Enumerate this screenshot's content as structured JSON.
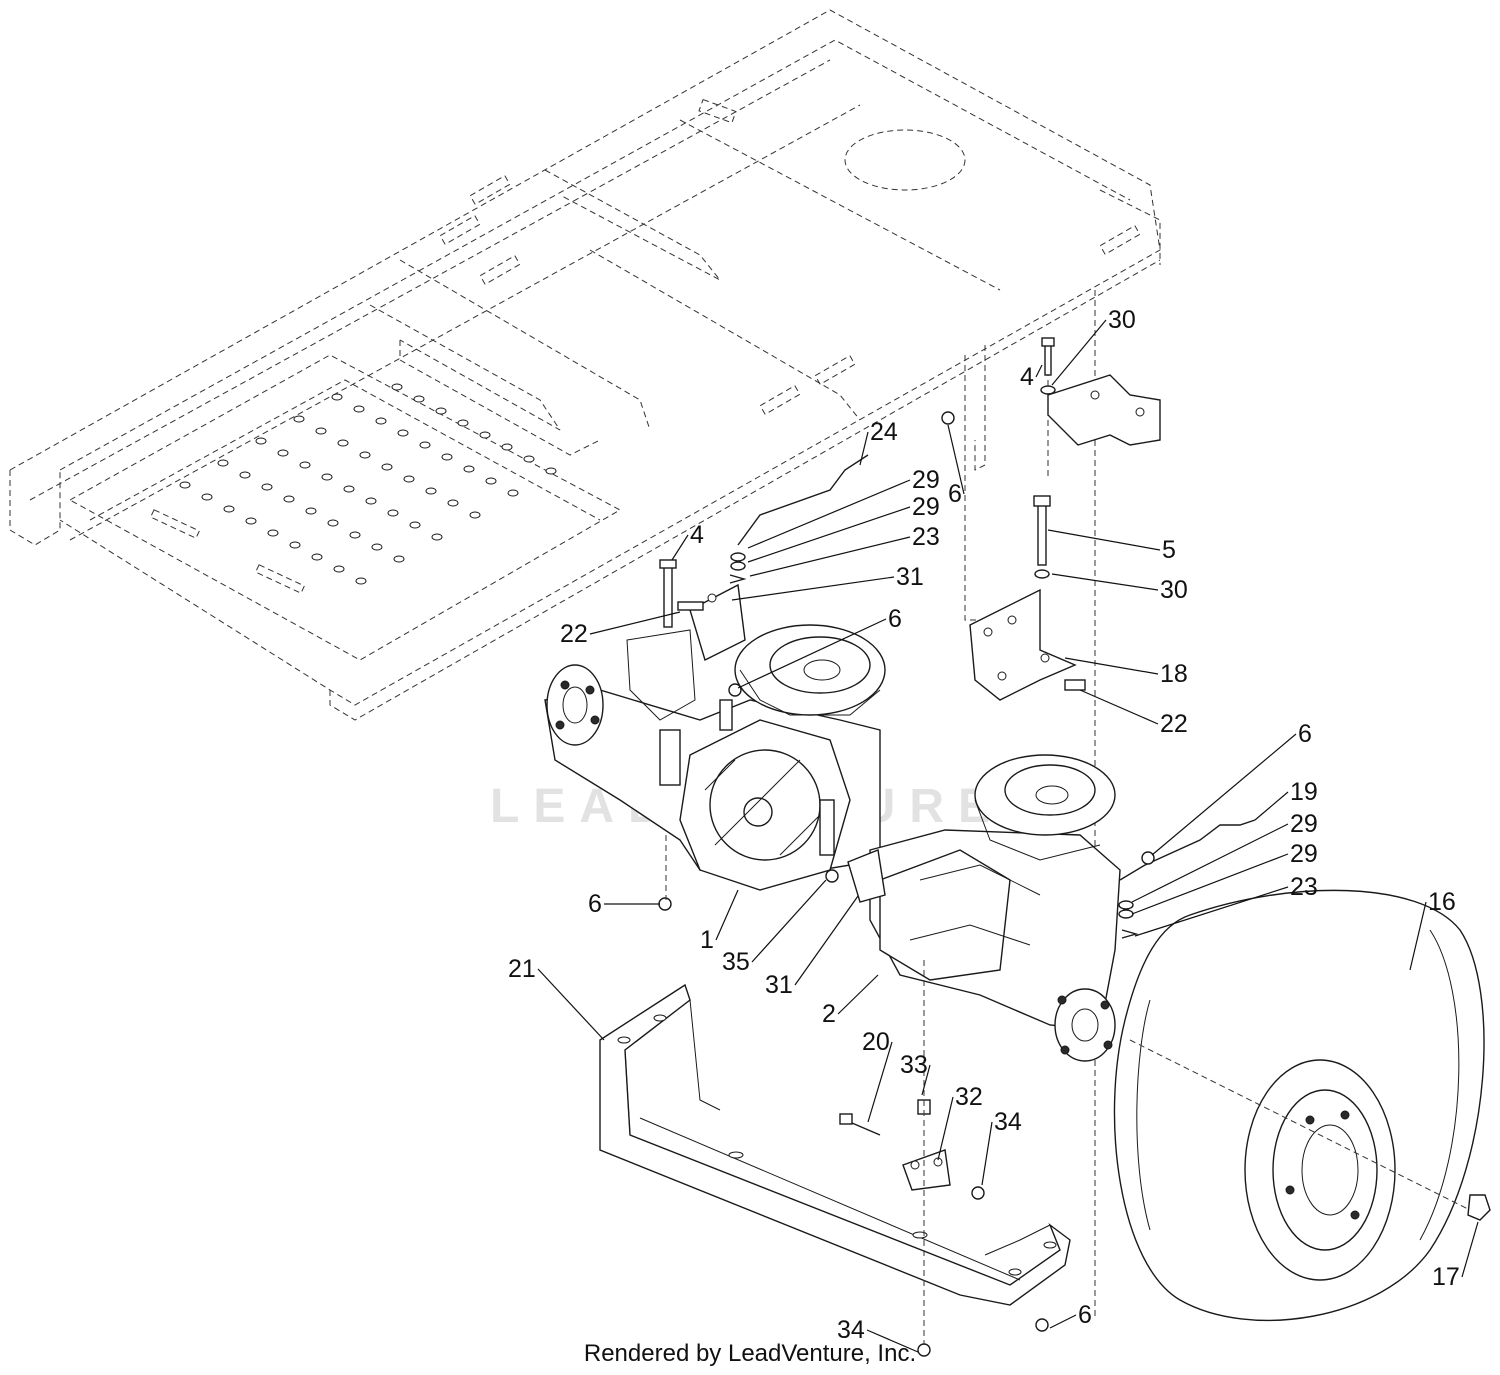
{
  "watermark": "LEADVENTURE",
  "footer": "Rendered by LeadVenture, Inc.",
  "callouts": [
    {
      "id": "c24",
      "label": "24"
    },
    {
      "id": "c29a",
      "label": "29"
    },
    {
      "id": "c29b",
      "label": "29"
    },
    {
      "id": "c23a",
      "label": "23"
    },
    {
      "id": "c31a",
      "label": "31"
    },
    {
      "id": "c4a",
      "label": "4"
    },
    {
      "id": "c22a",
      "label": "22"
    },
    {
      "id": "c6a",
      "label": "6"
    },
    {
      "id": "c6b",
      "label": "6"
    },
    {
      "id": "c4b",
      "label": "4"
    },
    {
      "id": "c30a",
      "label": "30"
    },
    {
      "id": "c5",
      "label": "5"
    },
    {
      "id": "c30b",
      "label": "30"
    },
    {
      "id": "c18",
      "label": "18"
    },
    {
      "id": "c22b",
      "label": "22"
    },
    {
      "id": "c6c",
      "label": "6"
    },
    {
      "id": "c19",
      "label": "19"
    },
    {
      "id": "c29c",
      "label": "29"
    },
    {
      "id": "c29d",
      "label": "29"
    },
    {
      "id": "c23b",
      "label": "23"
    },
    {
      "id": "c16",
      "label": "16"
    },
    {
      "id": "c6d",
      "label": "6"
    },
    {
      "id": "c1",
      "label": "1"
    },
    {
      "id": "c35",
      "label": "35"
    },
    {
      "id": "c31b",
      "label": "31"
    },
    {
      "id": "c2",
      "label": "2"
    },
    {
      "id": "c21",
      "label": "21"
    },
    {
      "id": "c20",
      "label": "20"
    },
    {
      "id": "c33",
      "label": "33"
    },
    {
      "id": "c32",
      "label": "32"
    },
    {
      "id": "c34a",
      "label": "34"
    },
    {
      "id": "c17",
      "label": "17"
    },
    {
      "id": "c34b",
      "label": "34"
    },
    {
      "id": "c6e",
      "label": "6"
    }
  ]
}
